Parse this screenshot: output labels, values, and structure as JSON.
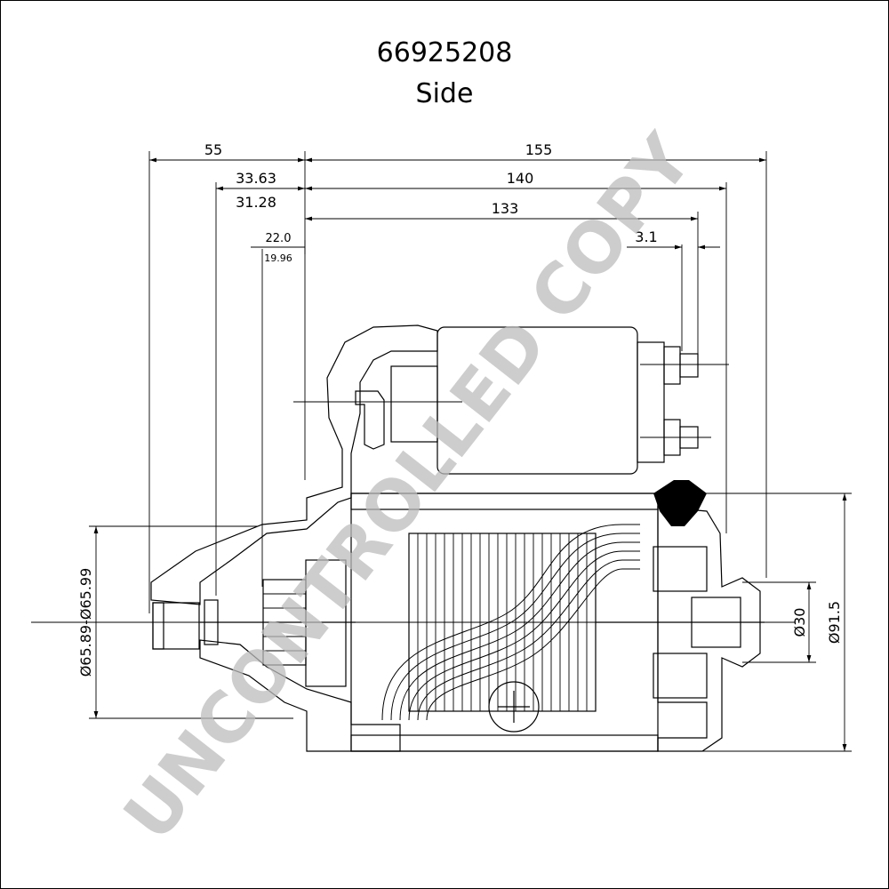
{
  "header": {
    "part_number": "66925208",
    "view": "Side"
  },
  "dimensions": {
    "d55": "55",
    "d155": "155",
    "d33_63": "33.63",
    "d140": "140",
    "d31_28": "31.28",
    "d133": "133",
    "d22_0": "22.0",
    "d19_96": "19.96",
    "d3_1": "3.1",
    "dia_pilot": "Ø65.89-Ø65.99",
    "dia_30": "Ø30",
    "dia_91_5": "Ø91.5"
  },
  "watermark": "UNCONTROLLED COPY"
}
